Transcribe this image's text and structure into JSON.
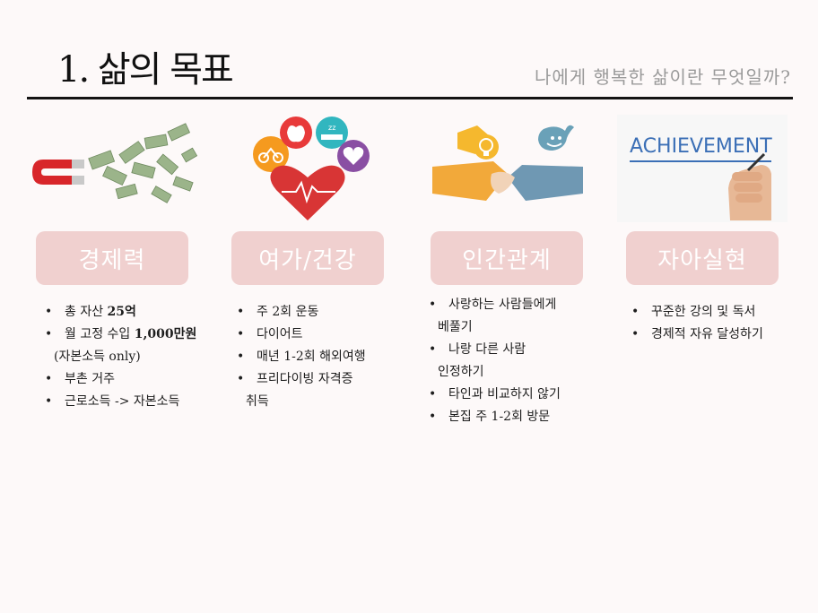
{
  "header": {
    "title": "1. 삶의 목표",
    "subtitle": "나에게 행복한 삶이란 무엇일까?"
  },
  "columns": [
    {
      "label": "경제력",
      "image_icon": "magnet-money-icon",
      "bullets": [
        "총 자산 25억",
        "월 고정 수입 1,000만원",
        "(자본소득 only)",
        "부촌 거주",
        "근로소득 -> 자본소득"
      ]
    },
    {
      "label": "여가/건강",
      "image_icon": "heart-health-icon",
      "bullets": [
        "주 2회 운동",
        "다이어트",
        "매년 1-2회 해외여행",
        "프리다이빙 자격증",
        "취득"
      ]
    },
    {
      "label": "인간관계",
      "image_icon": "handshake-icon",
      "bullets": [
        "사랑하는 사람들에게",
        "베풀기",
        "나랑 다른 사람",
        "인정하기",
        "타인과 비교하지 않기",
        "본집 주 1-2회 방문"
      ]
    },
    {
      "label": "자아실현",
      "image_icon": "achievement-icon",
      "image_text": "ACHIEVEMENT",
      "bullets": [
        "꾸준한 강의 및 독서",
        "경제적 자유 달성하기"
      ]
    }
  ],
  "colors": {
    "label_bg": "#f0d0cf",
    "rule": "#141414",
    "subtitle": "#9a9a9a"
  }
}
